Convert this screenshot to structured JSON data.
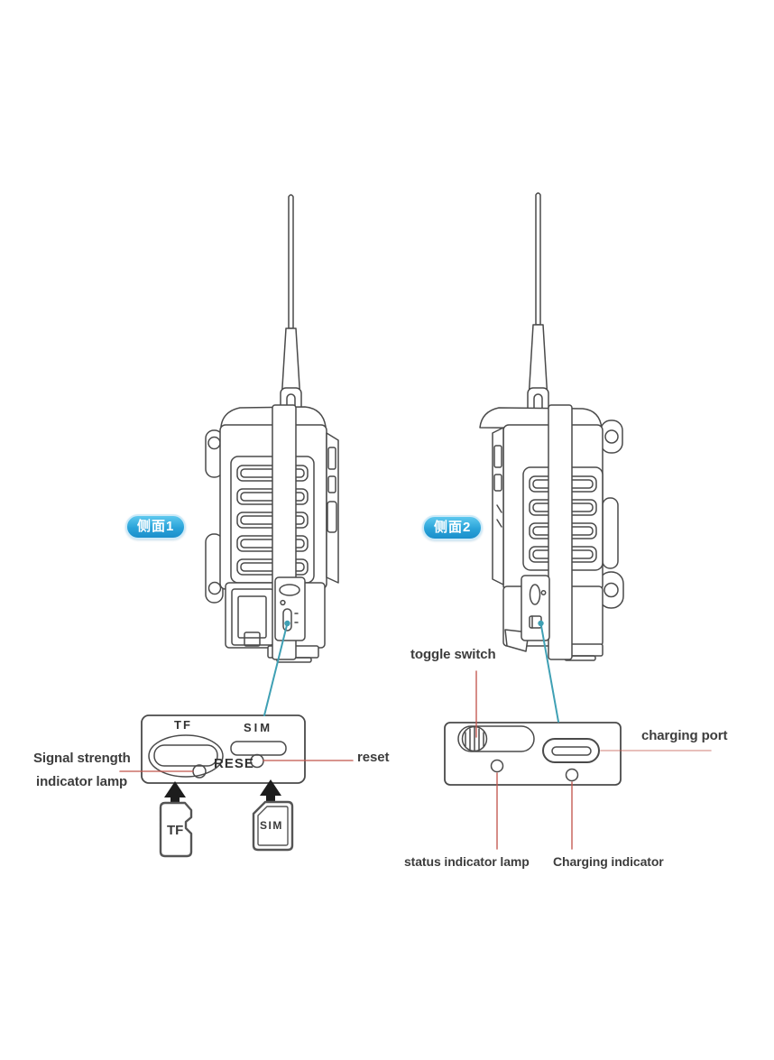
{
  "colors": {
    "background": "#ffffff",
    "line_art": "#4a4a4a",
    "badge_blue_top": "#5ec8ee",
    "badge_blue_bottom": "#1b8fcb",
    "badge_text": "#ffffff",
    "teal_connector": "#3fa0b4",
    "red_connector": "#c2574f",
    "label_text": "#3d3d3d",
    "arrow_black": "#1d1d1d"
  },
  "left_view": {
    "badge": "侧面1",
    "panel": {
      "tf": "TF",
      "sim": "SIM",
      "rese": "RESE"
    },
    "cards": {
      "tf": "TF",
      "sim": "SIM"
    },
    "labels": {
      "signal_line1": "Signal strength",
      "signal_line2": "indicator lamp",
      "reset": "reset"
    }
  },
  "right_view": {
    "badge": "侧面2",
    "labels": {
      "toggle_switch": "toggle switch",
      "charging_port": "charging port",
      "status_indicator": "status indicator lamp",
      "charging_indicator": "Charging indicator"
    }
  }
}
